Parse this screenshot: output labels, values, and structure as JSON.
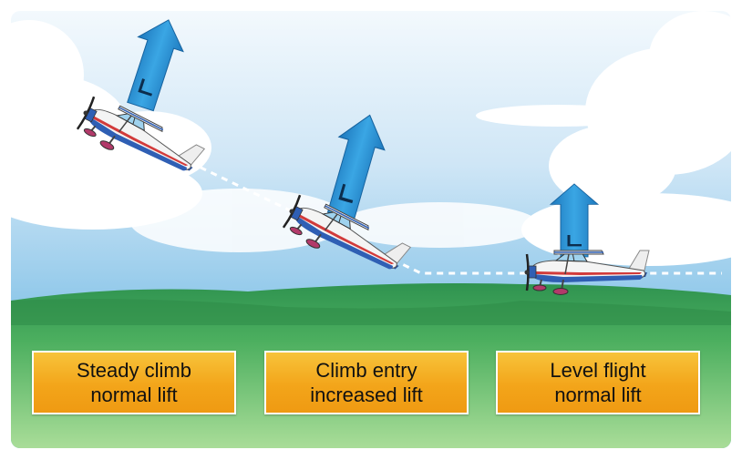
{
  "colors": {
    "sky_top": "#e6f2fb",
    "sky_bottom": "#4aa8dc",
    "ground_top": "#2e9650",
    "ground_bottom": "#a5dc95",
    "lift_arrow": "#2a8fd0",
    "label_box": "#f4ac1f",
    "plane_body": "#2f5fb4",
    "plane_stripe": "#d23b3b"
  },
  "labels": [
    {
      "line1": "Steady climb",
      "line2": "normal lift"
    },
    {
      "line1": "Climb entry",
      "line2": "increased lift"
    },
    {
      "line1": "Level flight",
      "line2": "normal lift"
    }
  ],
  "lift_symbol": "L",
  "icons": [
    "airplane-icon",
    "lift-arrow-icon",
    "cloud-icon"
  ]
}
